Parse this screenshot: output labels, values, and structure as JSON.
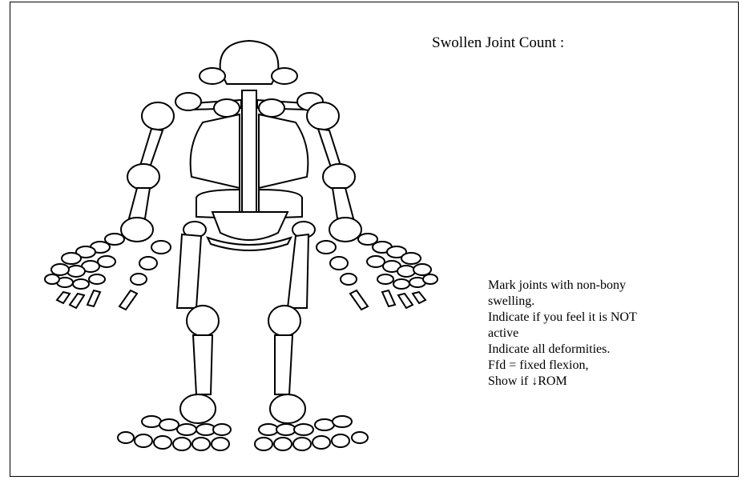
{
  "title": "Swollen Joint Count :",
  "instructions": [
    "Mark joints with non-bony",
    "swelling.",
    "Indicate if you feel it is NOT",
    "active",
    "Indicate all deformities.",
    "Ffd = fixed flexion,",
    "Show if ↓ROM"
  ],
  "colors": {
    "line": "#000000",
    "background": "#ffffff"
  }
}
